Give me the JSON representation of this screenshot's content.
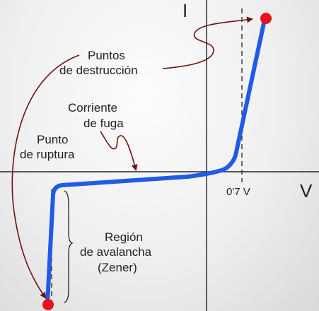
{
  "axes": {
    "y_label": "I",
    "x_label": "V",
    "tick_label": "0'7 V"
  },
  "annotations": {
    "destruction": [
      "Puntos",
      "de destrucción"
    ],
    "leakage": [
      "Corriente",
      "de fuga"
    ],
    "breakdown": [
      "Punto",
      "de ruptura"
    ],
    "avalanche": [
      "Región",
      "de avalancha",
      "(Zener)"
    ]
  },
  "colors": {
    "curve": "#1f5be6",
    "destruction_point": "#e8121c",
    "arrow": "#6e1414",
    "axis": "#222222"
  }
}
